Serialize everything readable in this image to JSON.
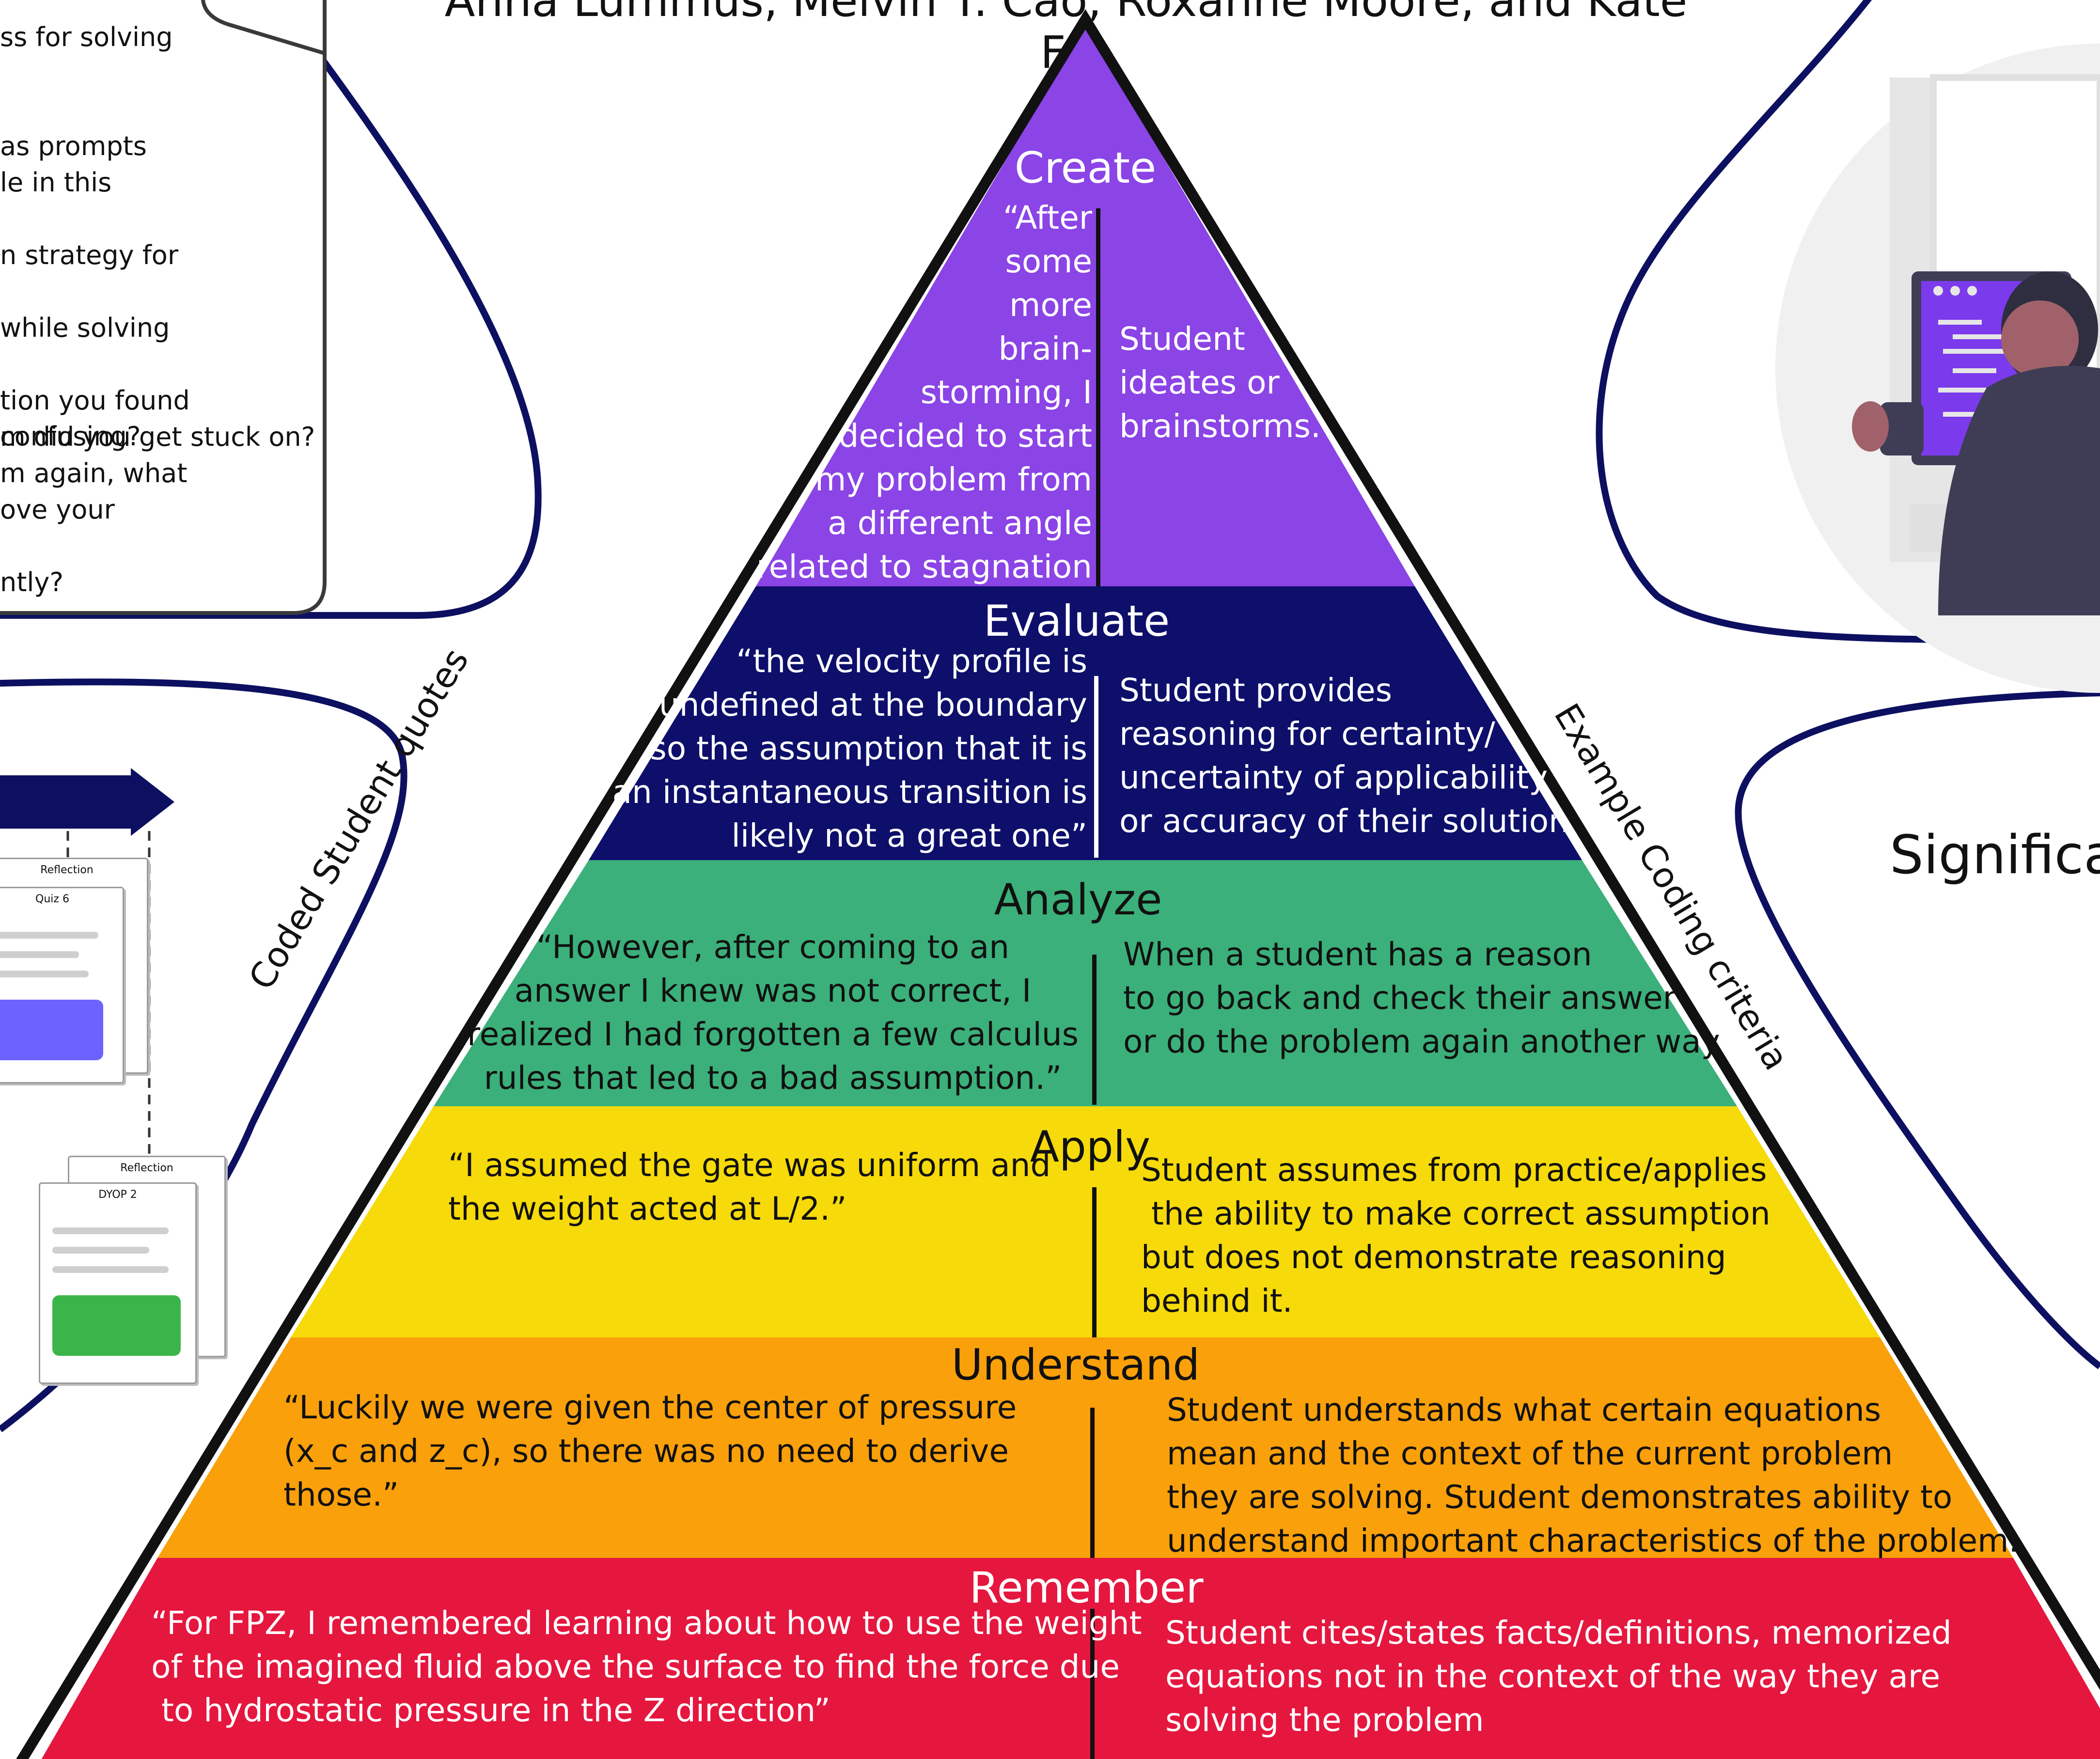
{
  "header": {
    "authors": "Anna Lummus, Melvin T. Cao, Roxanne Moore, and Kate Fu"
  },
  "left_note": {
    "lines": [
      "ss for solving",
      "as prompts",
      "le in this",
      "n strategy for",
      " while solving",
      "tion you found confusing?",
      "m did you get stuck on?",
      "m again, what",
      "ove your",
      "ntly?"
    ]
  },
  "timeline": {
    "card1_title": "Reflection",
    "card1_sub": "Quiz 6",
    "card2_title": "Reflection",
    "card2_sub": "DYOP 2"
  },
  "right_panel": {
    "title": "Significa"
  },
  "pyramid": {
    "left_axis_label": "Coded Student quotes",
    "right_axis_label": "Example Coding criteria",
    "levels": [
      {
        "name": "Create",
        "color": "#8B44E6",
        "quote": "“After\nsome\nmore\nbrain-\nstorming, I\ndecided to start\nmy problem from\na different angle\nrelated to stagnation",
        "criteria": "Student\nideates or\nbrainstorms."
      },
      {
        "name": "Evaluate",
        "color": "#0D0F6B",
        "quote": "“the velocity profile is\nundefined at the boundary\nso the assumption that it is\nan instantaneous transition is\nlikely not a great one”",
        "criteria": "Student provides\nreasoning for certainty/\nuncertainty of applicability\nor accuracy of their solution"
      },
      {
        "name": "Analyze",
        "color": "#3BB07A",
        "quote": "“However, after coming to an\nanswer I knew was not correct, I\nrealized I had forgotten a few calculus\nrules that led to a bad assumption.”",
        "criteria": "When a student has a reason\nto go back and check their answer\nor do the problem again another way"
      },
      {
        "name": "Apply",
        "color": "#F6DA0A",
        "quote": "“I assumed the gate was uniform and\nthe weight acted at L/2.”",
        "criteria": "Student assumes from practice/applies\n the ability to make correct assumption\nbut does not demonstrate reasoning\nbehind it."
      },
      {
        "name": "Understand",
        "color": "#FAA00A",
        "quote": "“Luckily we were given the center of pressure\n(x_c and z_c), so there was no need to derive\nthose.”",
        "criteria": "Student understands what certain equations\nmean and the context of the current problem\nthey are solving. Student demonstrates ability to\nunderstand important characteristics of the problem."
      },
      {
        "name": "Remember",
        "color": "#E5173F",
        "quote": "“For FPZ, I remembered learning about how to use the weight\nof the imagined fluid above the surface to find the force due\n to hydrostatic pressure in the Z direction”",
        "criteria": "Student cites/states facts/definitions, memorized\nequations not in the context of the way they are\nsolving the problem"
      }
    ]
  },
  "colors": {
    "outline": "#0d1060",
    "pyramid_edge": "#111111",
    "arrow": "#0d1060"
  },
  "icons": [
    "note-card-icon",
    "arrow-right-icon",
    "person-at-computer-illustration"
  ]
}
